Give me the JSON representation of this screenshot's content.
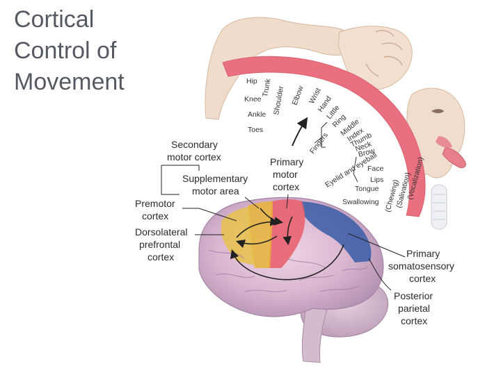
{
  "title": {
    "line1": "Cortical",
    "line2": "Control of",
    "line3": "Movement"
  },
  "labels": {
    "secondary": [
      "Secondary",
      "motor cortex"
    ],
    "primary_motor": [
      "Primary",
      "motor",
      "cortex"
    ],
    "supplementary": [
      "Supplementary",
      "motor area"
    ],
    "premotor": [
      "Premotor",
      "cortex"
    ],
    "dorsolateral": [
      "Dorsolateral",
      "prefrontal",
      "cortex"
    ],
    "primary_somatosensory": [
      "Primary",
      "somatosensory",
      "cortex"
    ],
    "posterior_parietal": [
      "Posterior",
      "parietal",
      "cortex"
    ]
  },
  "homunculus": {
    "hip": "Hip",
    "trunk": "Trunk",
    "knee": "Knee",
    "shoulder": "Shoulder",
    "elbow": "Elbow",
    "ankle": "Ankle",
    "toes": "Toes",
    "wrist": "Wrist",
    "hand": "Hand",
    "little": "Little",
    "ring": "Ring",
    "middle": "Middle",
    "index": "Index",
    "thumb": "Thumb",
    "neck": "Neck",
    "brow": "Brow",
    "fingers": "Fingers",
    "eyelid": "Eyelid and eyeball",
    "face": "Face",
    "lips": "Lips",
    "tongue": "Tongue",
    "swallowing": "Swallowing",
    "chewing": "(Chewing)",
    "salivation": "(Salivation)",
    "vocalization": "(Vocalization)"
  },
  "colors": {
    "motor_strip": "#e9707f",
    "primary_motor": "#e8606c",
    "premotor": "#e6b438",
    "somatosensory": "#3d5fa8",
    "brain": "#d9b6cf"
  }
}
